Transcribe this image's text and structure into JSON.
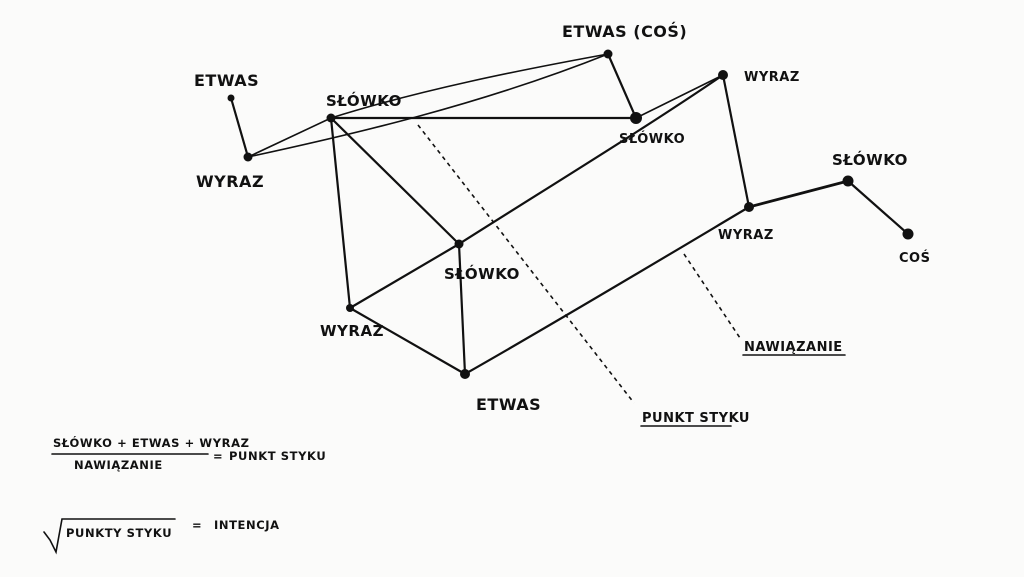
{
  "nodes": {
    "top_etwas_cos": "ETWAS (COŚ)",
    "top_right_wyraz": "WYRAZ",
    "left_etwas": "ETWAS",
    "left_slowko": "SŁÓWKO",
    "left_wyraz": "WYRAZ",
    "mid_slowko_right": "SŁÓWKO",
    "center_slowko": "SŁÓWKO",
    "lower_wyraz": "WYRAZ",
    "bottom_etwas": "ETWAS",
    "right_wyraz": "WYRAZ",
    "right_slowko": "SŁÓWKO",
    "right_cos": "COŚ"
  },
  "callouts": {
    "nawiazanie": "NAWIĄZANIE",
    "punkt_styku": "PUNKT STYKU"
  },
  "formulas": {
    "fraction_numerator": "SŁÓWKO + ETWAS + WYRAZ",
    "fraction_denominator": "NAWIĄZANIE",
    "fraction_equals": "=",
    "fraction_result": "PUNKT STYKU",
    "root_argument": "PUNKTY STYKU",
    "root_equals": "=",
    "root_result": "INTENCJA"
  },
  "colors": {
    "ink": "#111111",
    "paper": "#fbfbfa"
  }
}
